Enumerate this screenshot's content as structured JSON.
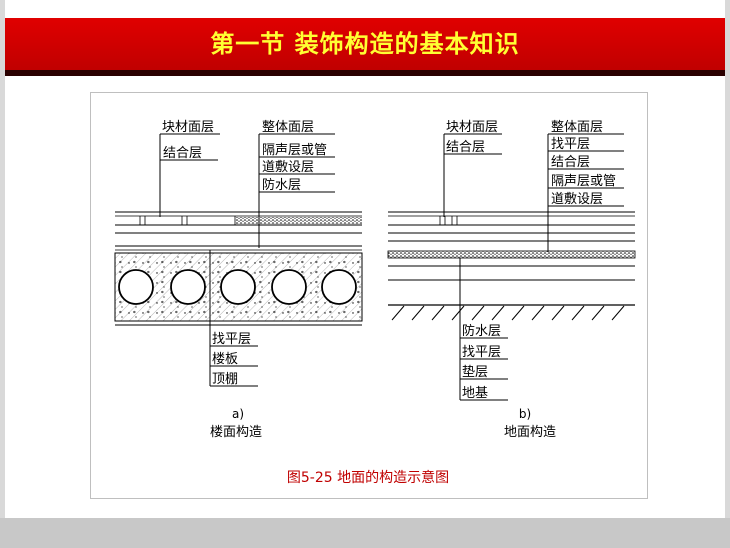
{
  "header": {
    "title": "第一节  装饰构造的基本知识"
  },
  "figure": {
    "caption": "图5-25 地面的构造示意图",
    "left": {
      "tag": "a)",
      "subtitle": "楼面构造",
      "labels_top_left": [
        "块材面层",
        "结合层"
      ],
      "labels_top_right": [
        "整体面层",
        "隔声层或管",
        "道敷设层",
        "防水层"
      ],
      "labels_bottom": [
        "找平层",
        "楼板",
        "顶棚"
      ]
    },
    "right": {
      "tag": "b)",
      "subtitle": "地面构造",
      "labels_top_left": [
        "块材面层",
        "结合层"
      ],
      "labels_top_right": [
        "整体面层",
        "找平层",
        "结合层",
        "隔声层或管",
        "道敷设层"
      ],
      "labels_bottom": [
        "防水层",
        "找平层",
        "垫层",
        "地基"
      ]
    }
  },
  "colors": {
    "title_bg": "#d40000",
    "title_text": "#ffff33",
    "caption": "#c00000"
  }
}
